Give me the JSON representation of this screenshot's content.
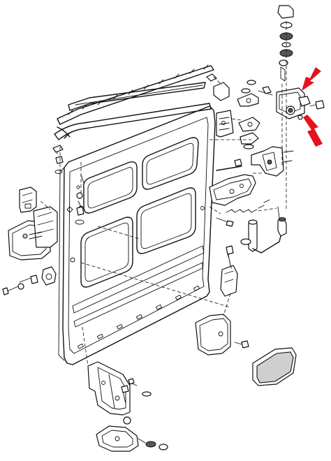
{
  "diagram": {
    "colors": {
      "line": "#111111",
      "background": "#ffffff",
      "highlight_arrow": "#e3131b"
    },
    "highlight_arrows": [
      {
        "id": "upper",
        "points_to": "upper-hinge-bracket"
      },
      {
        "id": "lower",
        "points_to": "upper-hinge-bracket"
      }
    ]
  }
}
